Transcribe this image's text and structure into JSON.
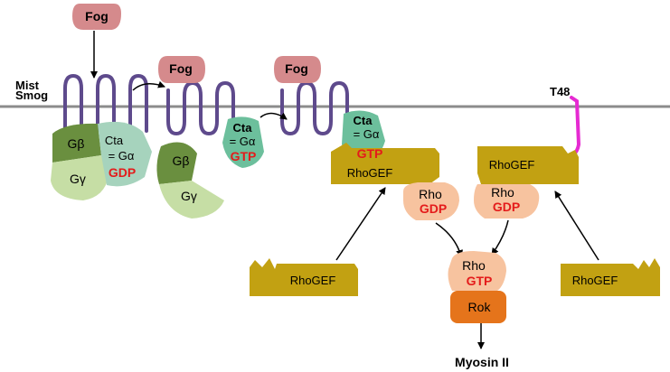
{
  "receptors": {
    "fog": "Fog",
    "mist": "Mist",
    "smog": "Smog",
    "t48": "T48"
  },
  "g_protein": {
    "g_beta": "Gβ",
    "g_gamma": "Gγ",
    "cta": "Cta",
    "g_alpha": "= Gα",
    "gdp": "GDP",
    "gtp": "GTP"
  },
  "effectors": {
    "rhogef": "RhoGEF",
    "rho": "Rho",
    "rok": "Rok",
    "myosin": "Myosin II"
  },
  "colors": {
    "fog": "#d58a8c",
    "receptor": "#5e4a8c",
    "membrane": "#8c8c8c",
    "g_beta": "#6a8f3f",
    "g_gamma": "#c6dea5",
    "cta_light": "#a6d3bd",
    "cta": "#6cbf9c",
    "rhogef": "#c2a112",
    "rho": "#f7c39f",
    "rok": "#e5741b",
    "nucleotide": "#e41b1b",
    "t48": "#e62ad2"
  }
}
